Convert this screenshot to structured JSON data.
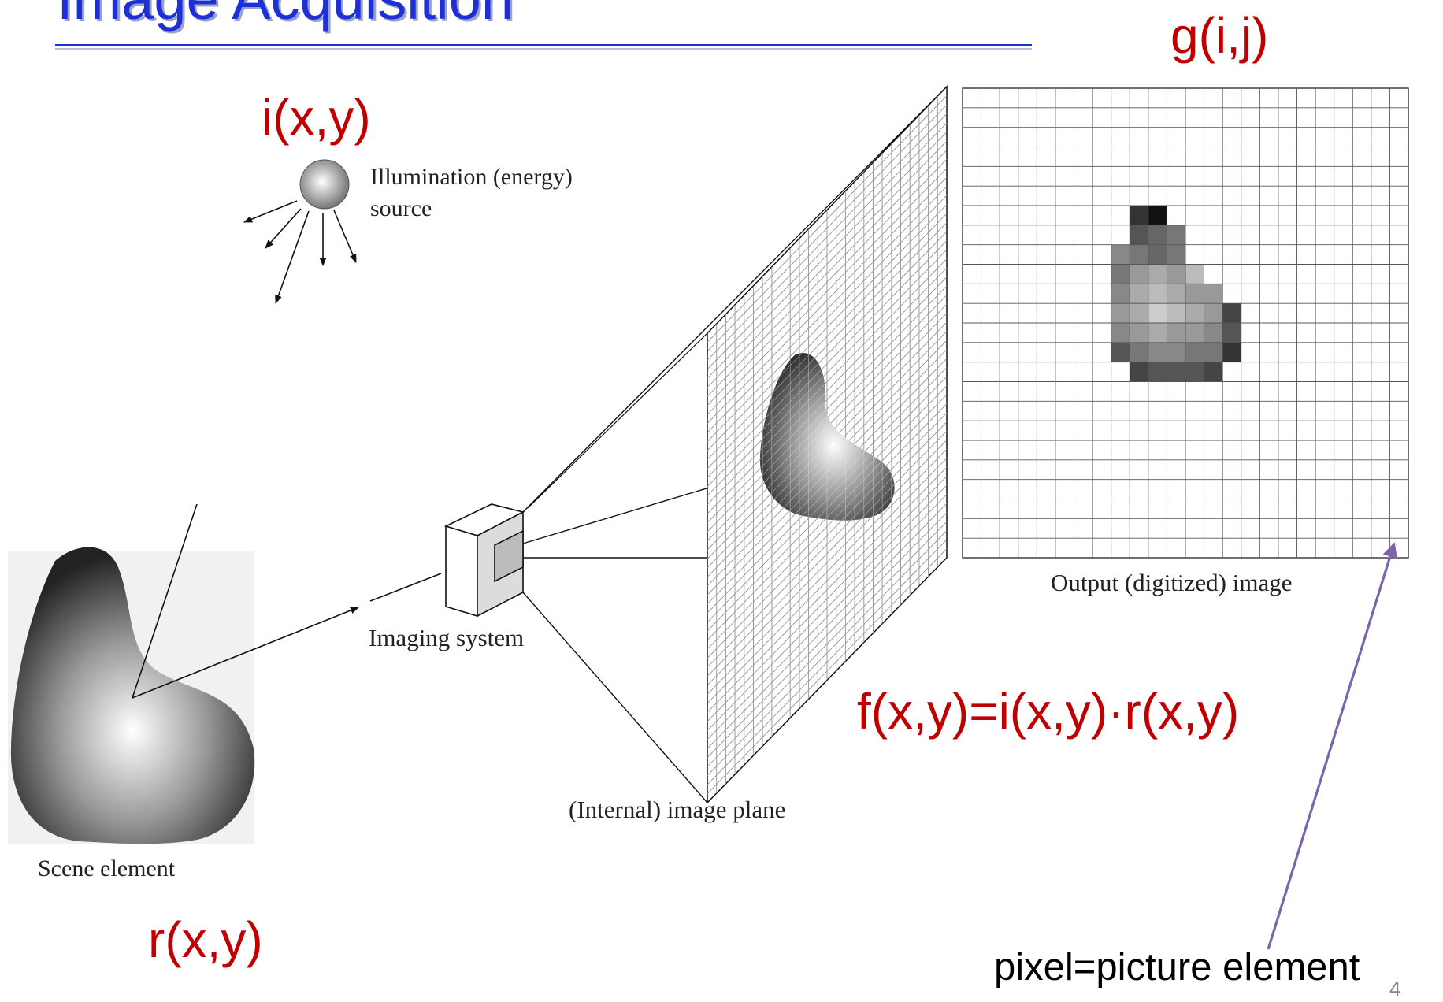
{
  "title": "Image Acquisition",
  "labels": {
    "g": "g(i,j)",
    "i": "i(x,y)",
    "r": "r(x,y)",
    "f": "f(x,y)=i(x,y)·r(x,y)",
    "pixel": "pixel=picture element",
    "page": "4"
  },
  "captions": {
    "illumination": [
      "Illumination (energy)",
      "source"
    ],
    "imaging_system": "Imaging system",
    "image_plane": "(Internal) image plane",
    "output": "Output (digitized) image",
    "scene": "Scene element"
  },
  "colors": {
    "title": "#1f2fd6",
    "math": "#c00000",
    "arrow": "#7b64a8"
  }
}
